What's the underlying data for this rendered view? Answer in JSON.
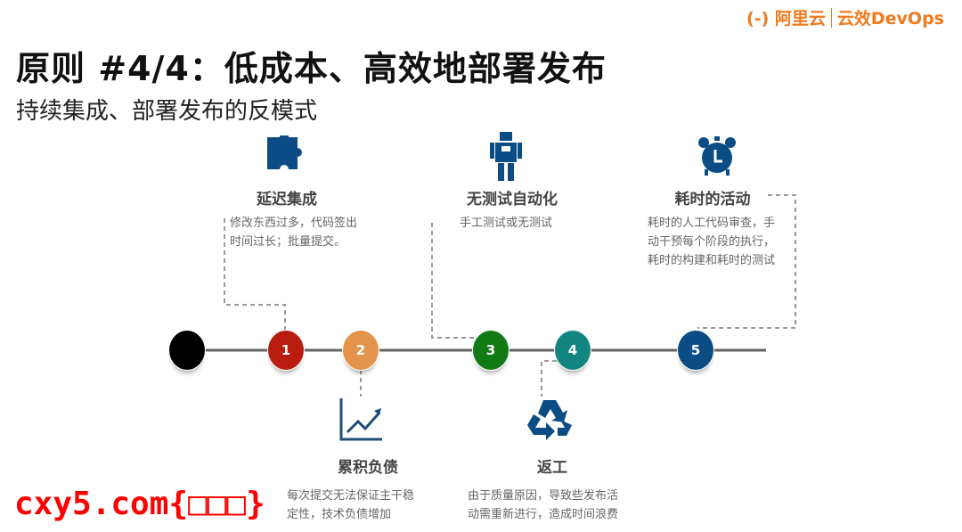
{
  "logo": {
    "brand": "(-) 阿里云",
    "product": "云效DevOps"
  },
  "title": "原则 #4/4：低成本、高效地部署发布",
  "subtitle": "持续集成、部署发布的反模式",
  "items": [
    {
      "num": "1",
      "title": "延迟集成",
      "icon": "puzzle-icon",
      "desc1": "修改东西过多，代码签出",
      "desc2": "时间过长；批量提交。",
      "desc3": ""
    },
    {
      "num": "2",
      "title": "累积负债",
      "icon": "chart-trend-icon",
      "desc1": "每次提交无法保证主干稳",
      "desc2": "定性，技术负债增加",
      "desc3": ""
    },
    {
      "num": "3",
      "title": "无测试自动化",
      "icon": "robot-icon",
      "desc1": "手工测试或无测试",
      "desc2": "",
      "desc3": ""
    },
    {
      "num": "4",
      "title": "返工",
      "icon": "recycle-icon",
      "desc1": "由于质量原因，导致些发布活",
      "desc2": "动需重新进行，造成时间浪费",
      "desc3": ""
    },
    {
      "num": "5",
      "title": "耗时的活动",
      "icon": "alarm-clock-icon",
      "desc1": "耗时的人工代码审查，手",
      "desc2": "动干预每个阶段的执行，",
      "desc3": "耗时的构建和耗时的测试"
    }
  ],
  "colors": {
    "n0": "#000000",
    "n1": "#b81c0e",
    "n2": "#e3934a",
    "n3": "#117a15",
    "n4": "#138580",
    "n5": "#0b4c85"
  },
  "watermark": "cxy5.com{□□□}"
}
